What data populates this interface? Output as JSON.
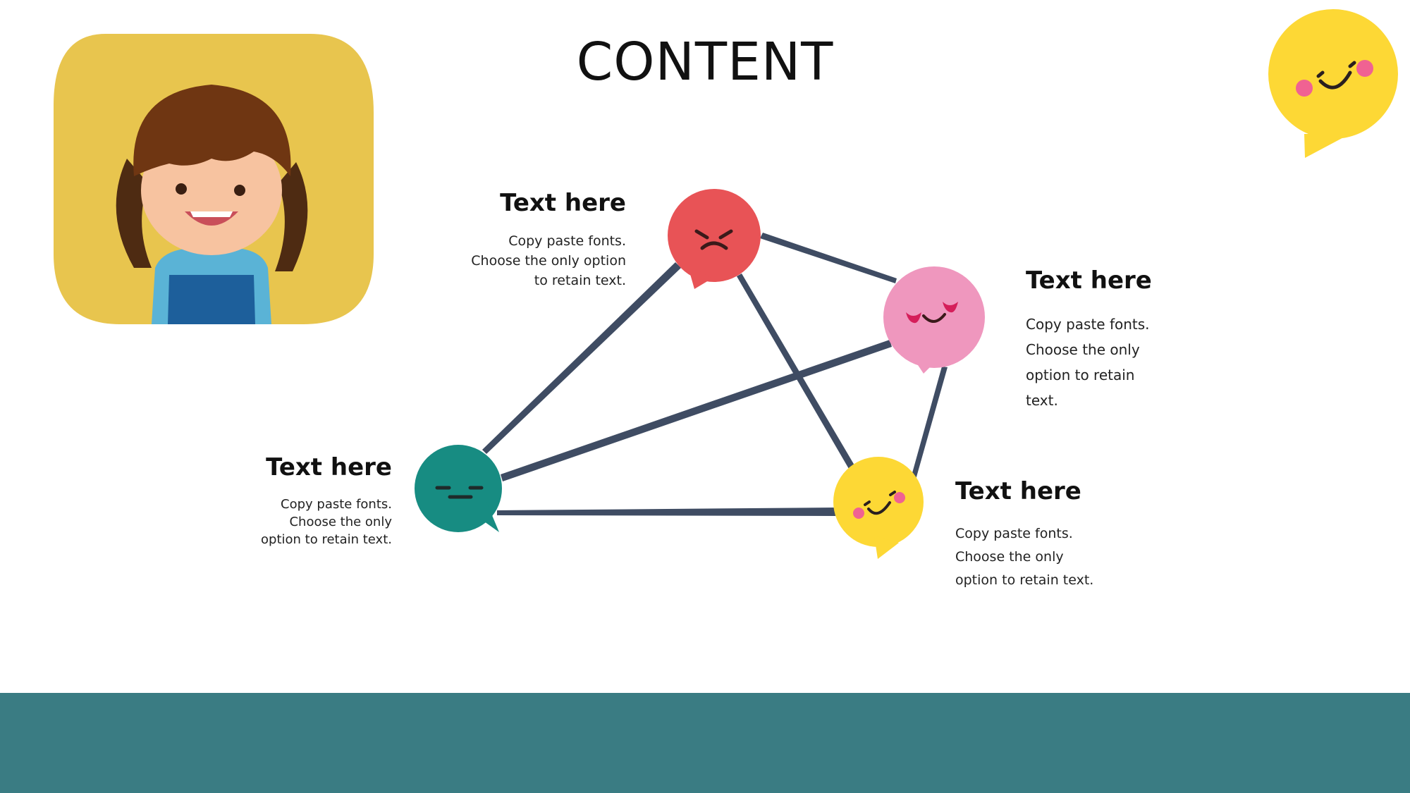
{
  "title": "CONTENT",
  "nodes": [
    {
      "id": "red",
      "heading": "Text here",
      "lines": [
        "Copy paste fonts.",
        "Choose the only option",
        "to retain text."
      ],
      "color": "#e85356",
      "face": "angry"
    },
    {
      "id": "pink",
      "heading": "Text here",
      "lines": [
        "Copy paste fonts.",
        "Choose the only",
        "option to retain",
        "text."
      ],
      "color": "#ef97be",
      "face": "love"
    },
    {
      "id": "teal",
      "heading": "Text here",
      "lines": [
        "Copy paste fonts.",
        "Choose the only",
        "option to retain text."
      ],
      "color": "#178c82",
      "face": "neutral"
    },
    {
      "id": "yellow",
      "heading": "Text here",
      "lines": [
        "Copy paste fonts.",
        "Choose the only",
        "option to retain text."
      ],
      "color": "#fdd835",
      "face": "happy"
    }
  ],
  "colors": {
    "connector": "#3f4c63",
    "footer": "#3a7c83",
    "avatar_bg": "#e8c54e",
    "corner_bubble": "#fdd835"
  },
  "icons": [
    "girl-avatar",
    "smile-bubble-icon",
    "sun-icon"
  ]
}
